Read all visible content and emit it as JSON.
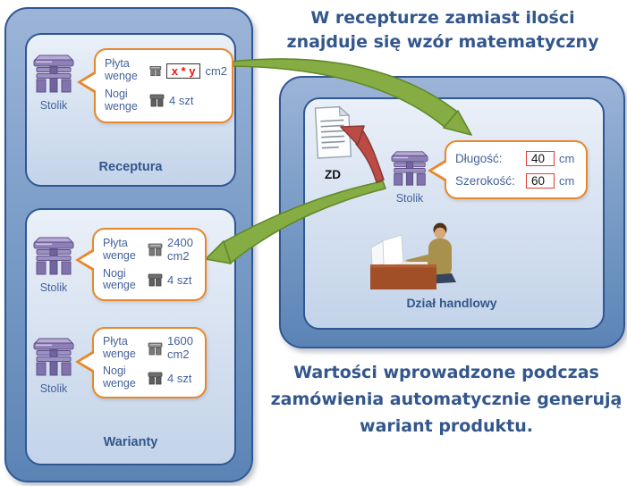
{
  "annotations": {
    "top_line1": "W recepturze zamiast ilości",
    "top_line2": "znajduje się wzór matematyczny",
    "bottom_line1": "Wartości wprowadzone podczas",
    "bottom_line2": "zamówienia automatycznie generują",
    "bottom_line3": "wariant produktu."
  },
  "receptura": {
    "title": "Receptura",
    "product_label": "Stolik",
    "callout": {
      "row1_name_line1": "Płyta",
      "row1_name_line2": "wenge",
      "row1_value": "x * y",
      "row1_unit": "cm2",
      "row2_name_line1": "Nogi",
      "row2_name_line2": "wenge",
      "row2_value": "4 szt"
    }
  },
  "warianty": {
    "title": "Warianty",
    "variant1": {
      "product_label": "Stolik",
      "row1_name_line1": "Płyta",
      "row1_name_line2": "wenge",
      "row1_value": "2400",
      "row1_unit": "cm2",
      "row2_name_line1": "Nogi",
      "row2_name_line2": "wenge",
      "row2_value": "4 szt"
    },
    "variant2": {
      "product_label": "Stolik",
      "row1_name_line1": "Płyta",
      "row1_name_line2": "wenge",
      "row1_value": "1600",
      "row1_unit": "cm2",
      "row2_name_line1": "Nogi",
      "row2_name_line2": "wenge",
      "row2_value": "4 szt"
    }
  },
  "order": {
    "document_label": "ZD",
    "product_label": "Stolik",
    "department_label": "Dział handlowy",
    "field1_name": "Długość:",
    "field1_value": "40",
    "field1_unit": "cm",
    "field2_name": "Szerokość:",
    "field2_value": "60",
    "field2_unit": "cm"
  },
  "colors": {
    "panel_border": "#2F5794",
    "outer_panel_top": "#9DB4D8",
    "outer_panel_bottom": "#5B84B5",
    "inner_panel_top": "#EAF0F8",
    "inner_panel_bottom": "#C3D3E9",
    "callout_border": "#E8872B",
    "label_blue": "#44629B",
    "heading_blue": "#33568C",
    "formula_red": "#EE1111",
    "value_box_border": "#E23B33",
    "green_arrow": "#85AD43",
    "green_arrow_edge": "#61882B",
    "red_arrow": "#BC4B45",
    "red_arrow_edge": "#8C3A35",
    "product_purple": "#8273AE"
  }
}
